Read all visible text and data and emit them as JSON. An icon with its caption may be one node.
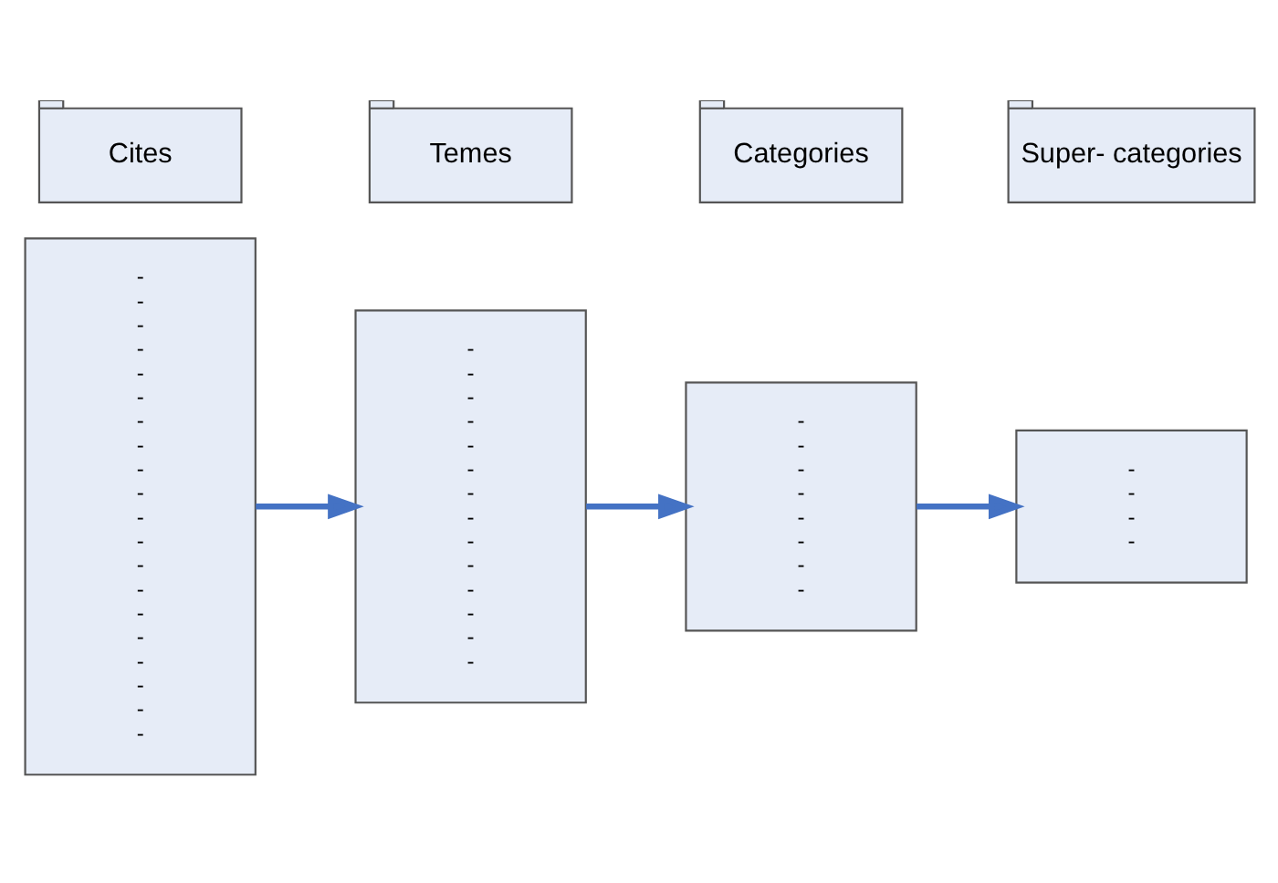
{
  "diagram": {
    "nodes": [
      {
        "text": [
          "Cites"
        ]
      },
      {
        "text": [
          "-",
          "-",
          "-",
          "-",
          "-",
          "-",
          "-",
          "-",
          "-",
          "-",
          "-",
          "-",
          "-",
          "-",
          "-",
          "-",
          "-",
          "-",
          "-",
          "-"
        ]
      },
      {
        "text": [
          "Temes"
        ]
      },
      {
        "text": [
          "-",
          "-",
          "-",
          "-",
          "-",
          "-",
          "-",
          "-",
          "-",
          "-",
          "-",
          "-",
          "-",
          "-"
        ]
      },
      {
        "text": [
          "Categories"
        ]
      },
      {
        "text": [
          "-",
          "-",
          "-",
          "-",
          "-",
          "-",
          "-",
          "-"
        ]
      },
      {
        "text": [
          "Super- categories"
        ]
      },
      {
        "text": [
          "-",
          "-",
          "-",
          "-"
        ]
      }
    ],
    "edges": [
      {
        "from": 1,
        "to": 3,
        "arrow": "to"
      },
      {
        "from": 3,
        "to": 5,
        "arrow": "to"
      },
      {
        "from": 5,
        "to": 7,
        "arrow": "to"
      }
    ]
  }
}
